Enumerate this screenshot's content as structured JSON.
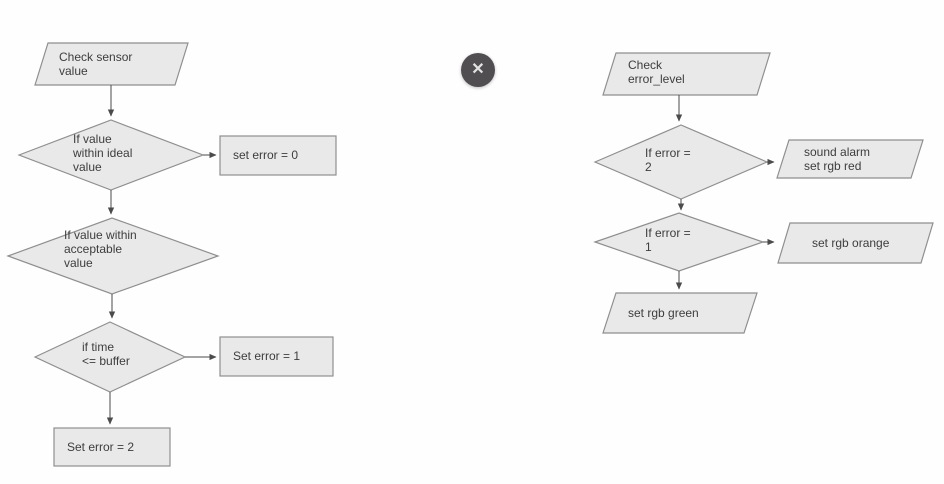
{
  "colors": {
    "background": "#fefefe",
    "shape-fill": "#e9e9e9",
    "shape-stroke": "#8f8f8f",
    "arrow": "#4b4b4b",
    "text": "#3d3d3d",
    "close-bg": "#514e52",
    "close-icon": "#e3e3e3"
  },
  "left_flowchart": {
    "start": "Check sensor\nvalue",
    "decision_ideal": "If value\nwithin ideal\nvalue",
    "set_error_0": "set error = 0",
    "decision_acceptable": "If value within\nacceptable\nvalue",
    "decision_time": "if time\n<= buffer",
    "set_error_1": "Set error = 1",
    "set_error_2": "Set error = 2"
  },
  "right_flowchart": {
    "start": "Check\nerror_level",
    "decision_error_2": "If error =\n2",
    "action_alarm": "sound alarm\nset rgb red",
    "decision_error_1": "If error =\n1",
    "action_orange": "set rgb orange",
    "action_green": "set rgb green"
  },
  "close_button": {
    "icon": "✕"
  }
}
